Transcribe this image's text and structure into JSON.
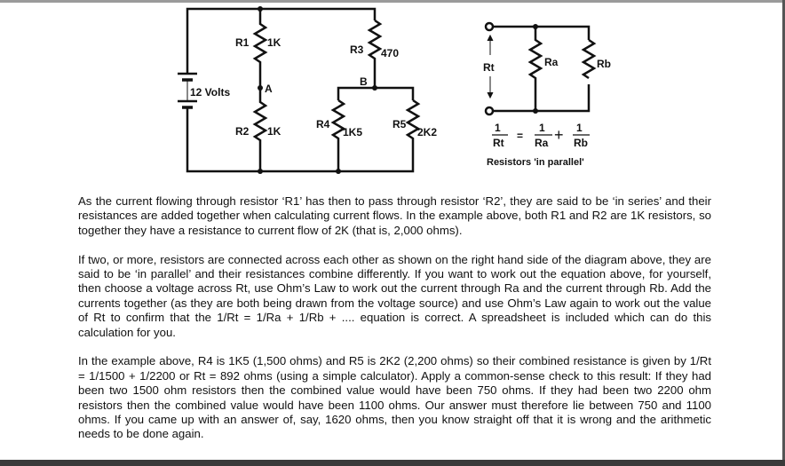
{
  "series_circuit": {
    "battery_label": "12 Volts",
    "r1_name": "R1",
    "r1_value": "1K",
    "r2_name": "R2",
    "r2_value": "1K",
    "r3_name": "R3",
    "r3_value": "470",
    "r4_name": "R4",
    "r4_value": "1K5",
    "r5_name": "R5",
    "r5_value": "2K2",
    "node_a": "A",
    "node_b": "B"
  },
  "parallel_circuit": {
    "rt_label": "Rt",
    "ra_label": "Ra",
    "rb_label": "Rb",
    "formula": {
      "one": "1",
      "rt": "Rt",
      "equals": "=",
      "ra": "Ra",
      "plus": "+",
      "rb": "Rb"
    },
    "caption": "Resistors 'in parallel'"
  },
  "paragraphs": [
    "As the current flowing through resistor ‘R1’ has then to pass through resistor ‘R2’, they are said to be ‘in series’ and their resistances are added together when calculating current flows.  In the example above, both R1 and R2 are 1K resistors, so together they have a resistance to current flow of 2K (that is, 2,000 ohms).",
    "If two, or more, resistors are connected across each other as shown on the right hand side of the diagram above, they are said to be ‘in parallel’ and their resistances combine differently.  If you want to work out the equation above, for yourself, then choose a voltage across Rt, use Ohm’s Law to work out the current through Ra and the current through Rb.  Add the currents together (as they are both being drawn from the voltage source) and use Ohm’s Law again to work out the value of Rt to confirm that the 1/Rt = 1/Ra + 1/Rb + .... equation is correct.  A spreadsheet is included which can do this calculation for you.",
    "In the example above, R4 is 1K5 (1,500 ohms) and R5 is 2K2 (2,200 ohms) so their combined resistance is given by 1/Rt = 1/1500 + 1/2200 or Rt = 892 ohms (using a simple calculator).  Apply a common-sense check to this result:  If they had been two 1500 ohm resistors then the combined value would have been 750 ohms.  If they had been two 2200 ohm resistors then the combined value would have been 1100 ohms.  Our answer must therefore lie between 750 and 1100 ohms.  If you came up with an answer of, say, 1620 ohms, then you know straight off that it is wrong and the arithmetic needs to be done again."
  ]
}
